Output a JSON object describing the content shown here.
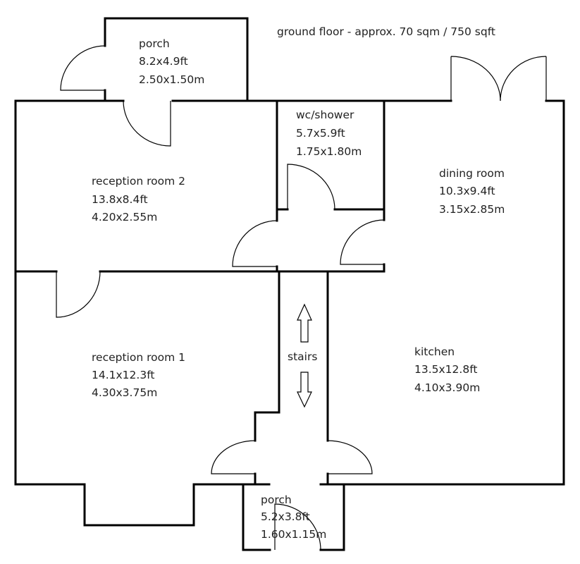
{
  "title": "ground floor - approx. 70 sqm / 750 sqft",
  "rooms": {
    "porch_top": {
      "name": "porch",
      "size_ft": "8.2x4.9ft",
      "size_m": "2.50x1.50m"
    },
    "wc": {
      "name": "wc/shower",
      "size_ft": "5.7x5.9ft",
      "size_m": "1.75x1.80m"
    },
    "reception2": {
      "name": "reception room 2",
      "size_ft": "13.8x8.4ft",
      "size_m": "4.20x2.55m"
    },
    "dining": {
      "name": "dining room",
      "size_ft": "10.3x9.4ft",
      "size_m": "3.15x2.85m"
    },
    "reception1": {
      "name": "reception room 1",
      "size_ft": "14.1x12.3ft",
      "size_m": "4.30x3.75m"
    },
    "stairs": {
      "name": "stairs"
    },
    "kitchen": {
      "name": "kitchen",
      "size_ft": "13.5x12.8ft",
      "size_m": "4.10x3.90m"
    },
    "porch_bottom": {
      "name": "porch",
      "size_ft": "5.2x3.8ft",
      "size_m": "1.60x1.15m"
    }
  }
}
